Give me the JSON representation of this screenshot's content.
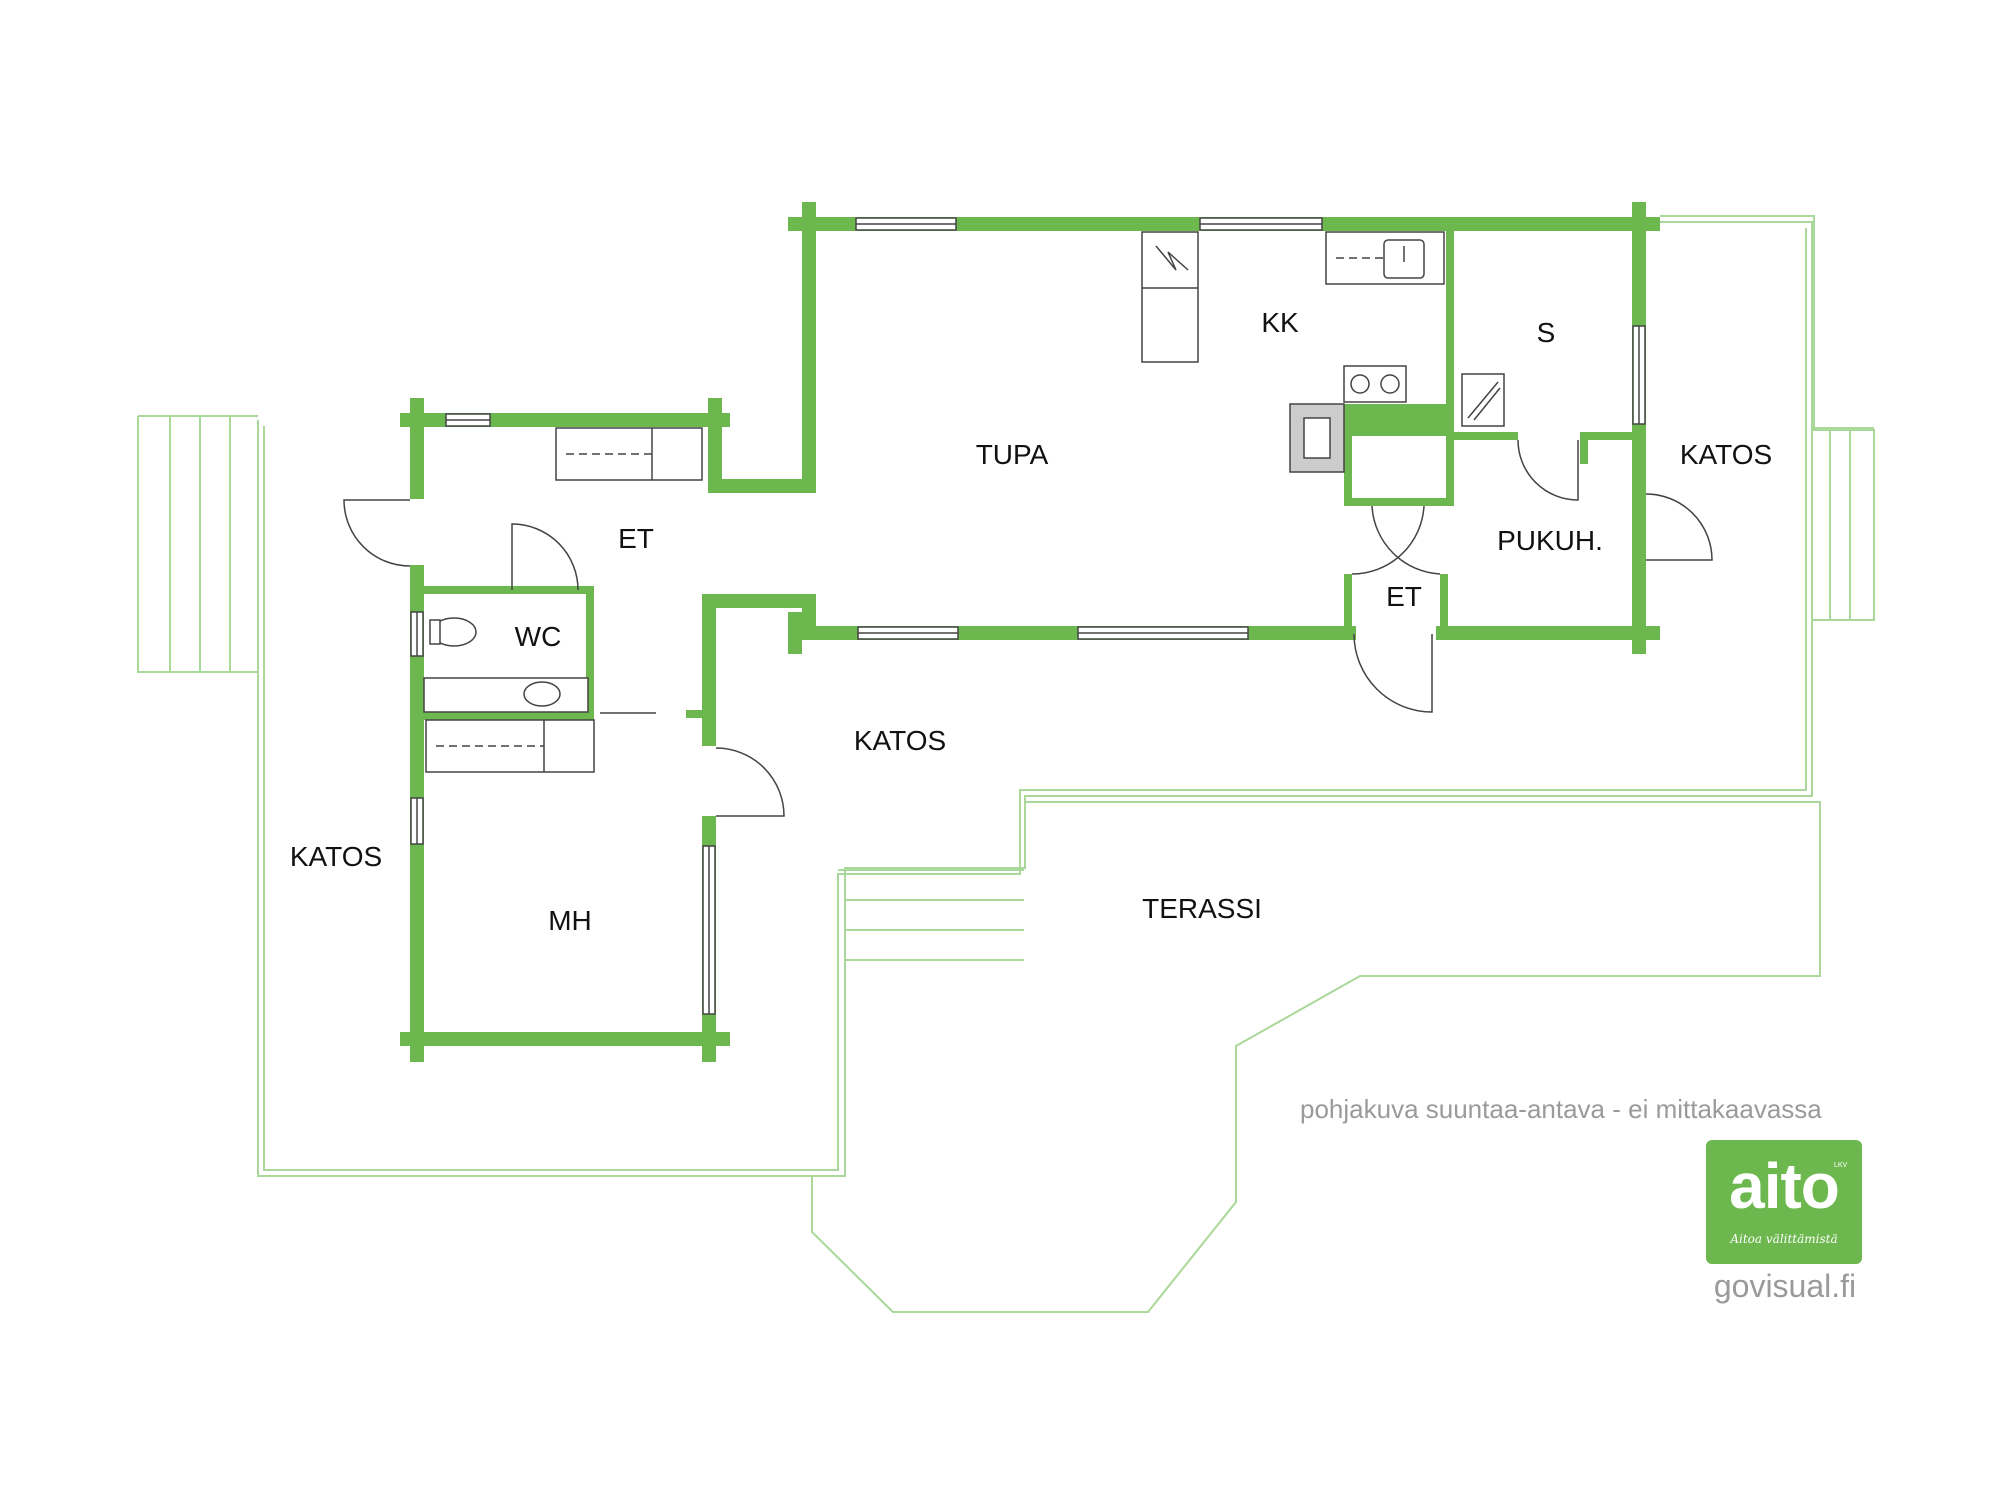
{
  "colors": {
    "wall": "#6db84e",
    "outline": "#a9d89a",
    "fixture": "#444444",
    "label": "#111111",
    "note": "#9a9a9a"
  },
  "rooms": {
    "tupa": "TUPA",
    "kk": "KK",
    "s": "S",
    "katos_right": "KATOS",
    "pukuh": "PUKUH.",
    "et_upper": "ET",
    "et_lower": "ET",
    "wc": "WC",
    "katos_middle": "KATOS",
    "katos_left": "KATOS",
    "mh": "MH",
    "terassi": "TERASSI"
  },
  "note": "pohjakuva suuntaa-antava - ei mittakaavassa",
  "logo": {
    "word": "aito",
    "badge": "LKV",
    "tagline": "Aitoa välittämistä",
    "icon": "aito-logo"
  },
  "website": "govisual.fi"
}
